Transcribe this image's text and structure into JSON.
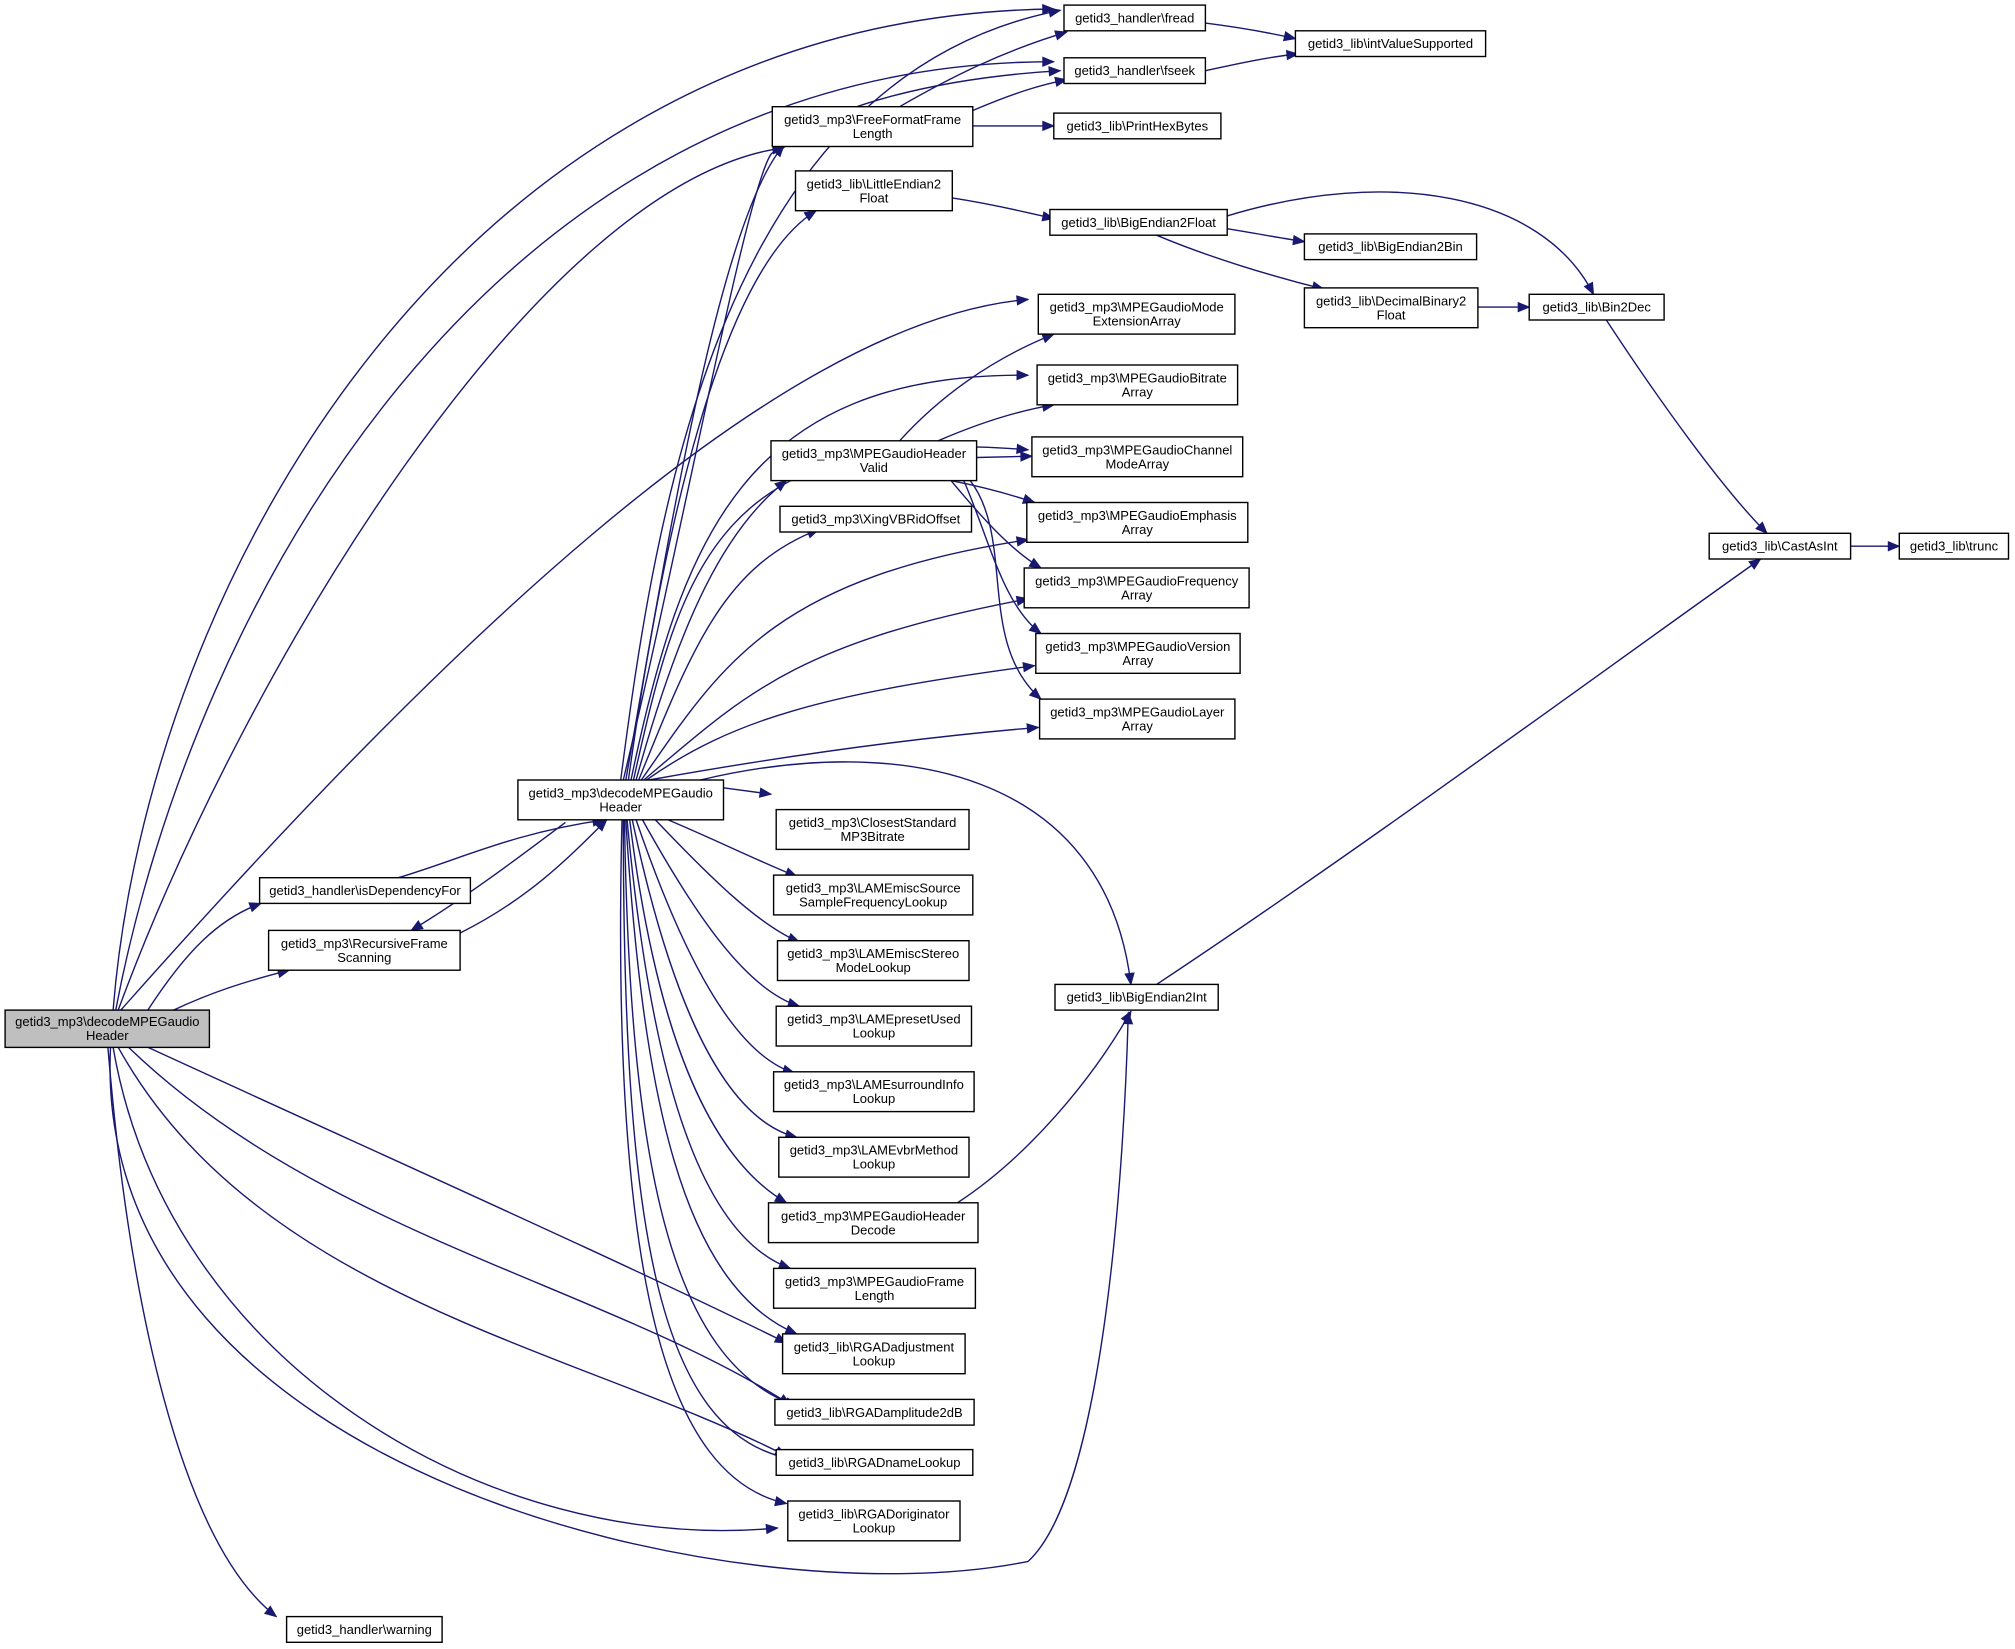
{
  "diagram": {
    "nodes": {
      "root": [
        "getid3_mp3\\decodeMPEGaudio",
        "Header"
      ],
      "dep": [
        "getid3_handler\\isDependencyFor"
      ],
      "rfs": [
        "getid3_mp3\\RecursiveFrame",
        "Scanning"
      ],
      "warning": [
        "getid3_handler\\warning"
      ],
      "dec": [
        "getid3_mp3\\decodeMPEGaudio",
        "Header"
      ],
      "fread": [
        "getid3_handler\\fread"
      ],
      "fseek": [
        "getid3_handler\\fseek"
      ],
      "ivs": [
        "getid3_lib\\intValueSupported"
      ],
      "fffl": [
        "getid3_mp3\\FreeFormatFrame",
        "Length"
      ],
      "phb": [
        "getid3_lib\\PrintHexBytes"
      ],
      "le2f": [
        "getid3_lib\\LittleEndian2",
        "Float"
      ],
      "be2f": [
        "getid3_lib\\BigEndian2Float"
      ],
      "be2bin": [
        "getid3_lib\\BigEndian2Bin"
      ],
      "db2f": [
        "getid3_lib\\DecimalBinary2",
        "Float"
      ],
      "bin2dec": [
        "getid3_lib\\Bin2Dec"
      ],
      "modeext": [
        "getid3_mp3\\MPEGaudioMode",
        "ExtensionArray"
      ],
      "bitrate": [
        "getid3_mp3\\MPEGaudioBitrate",
        "Array"
      ],
      "hvalid": [
        "getid3_mp3\\MPEGaudioHeader",
        "Valid"
      ],
      "chmode": [
        "getid3_mp3\\MPEGaudioChannel",
        "ModeArray"
      ],
      "xing": [
        "getid3_mp3\\XingVBRidOffset"
      ],
      "emph": [
        "getid3_mp3\\MPEGaudioEmphasis",
        "Array"
      ],
      "freq": [
        "getid3_mp3\\MPEGaudioFrequency",
        "Array"
      ],
      "version": [
        "getid3_mp3\\MPEGaudioVersion",
        "Array"
      ],
      "layer": [
        "getid3_mp3\\MPEGaudioLayer",
        "Array"
      ],
      "castasint": [
        "getid3_lib\\CastAsInt"
      ],
      "trunc": [
        "getid3_lib\\trunc"
      ],
      "closest": [
        "getid3_mp3\\ClosestStandard",
        "MP3Bitrate"
      ],
      "lamesrc": [
        "getid3_mp3\\LAMEmiscSource",
        "SampleFrequencyLookup"
      ],
      "lamestereo": [
        "getid3_mp3\\LAMEmiscStereo",
        "ModeLookup"
      ],
      "lamepreset": [
        "getid3_mp3\\LAMEpresetUsed",
        "Lookup"
      ],
      "lamesurround": [
        "getid3_mp3\\LAMEsurroundInfo",
        "Lookup"
      ],
      "lamevbr": [
        "getid3_mp3\\LAMEvbrMethod",
        "Lookup"
      ],
      "be2int": [
        "getid3_lib\\BigEndian2Int"
      ],
      "hdecode": [
        "getid3_mp3\\MPEGaudioHeader",
        "Decode"
      ],
      "framelen": [
        "getid3_mp3\\MPEGaudioFrame",
        "Length"
      ],
      "rgadj": [
        "getid3_lib\\RGADadjustment",
        "Lookup"
      ],
      "rgamp": [
        "getid3_lib\\RGADamplitude2dB"
      ],
      "rgname": [
        "getid3_lib\\RGADnameLookup"
      ],
      "rgorig": [
        "getid3_lib\\RGADoriginator",
        "Lookup"
      ]
    },
    "edges": [
      [
        "root",
        "fread"
      ],
      [
        "root",
        "fseek"
      ],
      [
        "root",
        "fffl"
      ],
      [
        "root",
        "modeext"
      ],
      [
        "root",
        "dep"
      ],
      [
        "root",
        "rfs"
      ],
      [
        "root",
        "rgadj"
      ],
      [
        "root",
        "rgamp"
      ],
      [
        "root",
        "rgname"
      ],
      [
        "root",
        "rgorig"
      ],
      [
        "root",
        "be2int"
      ],
      [
        "root",
        "warning"
      ],
      [
        "dep",
        "dec"
      ],
      [
        "rfs",
        "dec"
      ],
      [
        "dec",
        "rfs"
      ],
      [
        "dec",
        "fread"
      ],
      [
        "dec",
        "fseek"
      ],
      [
        "dec",
        "fffl"
      ],
      [
        "dec",
        "le2f"
      ],
      [
        "dec",
        "bitrate"
      ],
      [
        "dec",
        "chmode"
      ],
      [
        "dec",
        "hvalid"
      ],
      [
        "dec",
        "xing"
      ],
      [
        "dec",
        "emph"
      ],
      [
        "dec",
        "freq"
      ],
      [
        "dec",
        "version"
      ],
      [
        "dec",
        "layer"
      ],
      [
        "dec",
        "be2int"
      ],
      [
        "dec",
        "closest"
      ],
      [
        "dec",
        "lamesrc"
      ],
      [
        "dec",
        "lamestereo"
      ],
      [
        "dec",
        "lamepreset"
      ],
      [
        "dec",
        "lamesurround"
      ],
      [
        "dec",
        "lamevbr"
      ],
      [
        "dec",
        "hdecode"
      ],
      [
        "dec",
        "framelen"
      ],
      [
        "dec",
        "rgadj"
      ],
      [
        "dec",
        "rgamp"
      ],
      [
        "dec",
        "rgname"
      ],
      [
        "dec",
        "rgorig"
      ],
      [
        "fread",
        "ivs"
      ],
      [
        "fseek",
        "ivs"
      ],
      [
        "fffl",
        "fread"
      ],
      [
        "fffl",
        "fseek"
      ],
      [
        "fffl",
        "phb"
      ],
      [
        "le2f",
        "be2f"
      ],
      [
        "be2f",
        "be2bin"
      ],
      [
        "be2f",
        "db2f"
      ],
      [
        "be2f",
        "bin2dec"
      ],
      [
        "db2f",
        "bin2dec"
      ],
      [
        "bin2dec",
        "castasint"
      ],
      [
        "castasint",
        "trunc"
      ],
      [
        "be2int",
        "castasint"
      ],
      [
        "hdecode",
        "be2int"
      ],
      [
        "hvalid",
        "modeext"
      ],
      [
        "hvalid",
        "bitrate"
      ],
      [
        "hvalid",
        "chmode"
      ],
      [
        "hvalid",
        "emph"
      ],
      [
        "hvalid",
        "freq"
      ],
      [
        "hvalid",
        "version"
      ],
      [
        "hvalid",
        "layer"
      ]
    ]
  }
}
